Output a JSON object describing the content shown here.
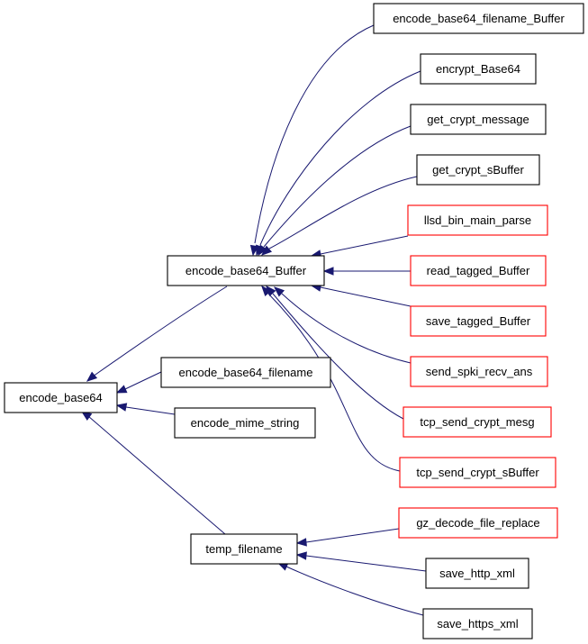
{
  "colors": {
    "edge": "#191970",
    "focus_fill": "#bfbfbf",
    "focus_border": "#000000",
    "documented_border": "#000000",
    "undocumented_border": "#ff0000"
  },
  "nodes": [
    {
      "id": "encode_base64",
      "label": "encode_base64",
      "style": "focus"
    },
    {
      "id": "encode_base64_Buffer",
      "label": "encode_base64_Buffer",
      "style": "documented"
    },
    {
      "id": "encode_base64_filename",
      "label": "encode_base64_filename",
      "style": "documented"
    },
    {
      "id": "encode_mime_string",
      "label": "encode_mime_string",
      "style": "documented"
    },
    {
      "id": "temp_filename",
      "label": "temp_filename",
      "style": "documented"
    },
    {
      "id": "encode_base64_filename_Buffer",
      "label": "encode_base64_filename_Buffer",
      "style": "documented"
    },
    {
      "id": "encrypt_Base64",
      "label": "encrypt_Base64",
      "style": "documented"
    },
    {
      "id": "get_crypt_message",
      "label": "get_crypt_message",
      "style": "documented"
    },
    {
      "id": "get_crypt_sBuffer",
      "label": "get_crypt_sBuffer",
      "style": "documented"
    },
    {
      "id": "llsd_bin_main_parse",
      "label": "llsd_bin_main_parse",
      "style": "undocumented"
    },
    {
      "id": "read_tagged_Buffer",
      "label": "read_tagged_Buffer",
      "style": "undocumented"
    },
    {
      "id": "save_tagged_Buffer",
      "label": "save_tagged_Buffer",
      "style": "undocumented"
    },
    {
      "id": "send_spki_recv_ans",
      "label": "send_spki_recv_ans",
      "style": "undocumented"
    },
    {
      "id": "tcp_send_crypt_mesg",
      "label": "tcp_send_crypt_mesg",
      "style": "undocumented"
    },
    {
      "id": "tcp_send_crypt_sBuffer",
      "label": "tcp_send_crypt_sBuffer",
      "style": "undocumented"
    },
    {
      "id": "gz_decode_file_replace",
      "label": "gz_decode_file_replace",
      "style": "undocumented"
    },
    {
      "id": "save_http_xml",
      "label": "save_http_xml",
      "style": "documented"
    },
    {
      "id": "save_https_xml",
      "label": "save_https_xml",
      "style": "documented"
    }
  ],
  "edges": [
    {
      "from": "encode_base64_Buffer",
      "to": "encode_base64"
    },
    {
      "from": "encode_base64_filename",
      "to": "encode_base64"
    },
    {
      "from": "encode_mime_string",
      "to": "encode_base64"
    },
    {
      "from": "temp_filename",
      "to": "encode_base64"
    },
    {
      "from": "encode_base64_filename_Buffer",
      "to": "encode_base64_Buffer"
    },
    {
      "from": "encrypt_Base64",
      "to": "encode_base64_Buffer"
    },
    {
      "from": "get_crypt_message",
      "to": "encode_base64_Buffer"
    },
    {
      "from": "get_crypt_sBuffer",
      "to": "encode_base64_Buffer"
    },
    {
      "from": "llsd_bin_main_parse",
      "to": "encode_base64_Buffer"
    },
    {
      "from": "read_tagged_Buffer",
      "to": "encode_base64_Buffer"
    },
    {
      "from": "save_tagged_Buffer",
      "to": "encode_base64_Buffer"
    },
    {
      "from": "send_spki_recv_ans",
      "to": "encode_base64_Buffer"
    },
    {
      "from": "tcp_send_crypt_mesg",
      "to": "encode_base64_Buffer"
    },
    {
      "from": "tcp_send_crypt_sBuffer",
      "to": "encode_base64_Buffer"
    },
    {
      "from": "gz_decode_file_replace",
      "to": "temp_filename"
    },
    {
      "from": "save_http_xml",
      "to": "temp_filename"
    },
    {
      "from": "save_https_xml",
      "to": "temp_filename"
    }
  ]
}
